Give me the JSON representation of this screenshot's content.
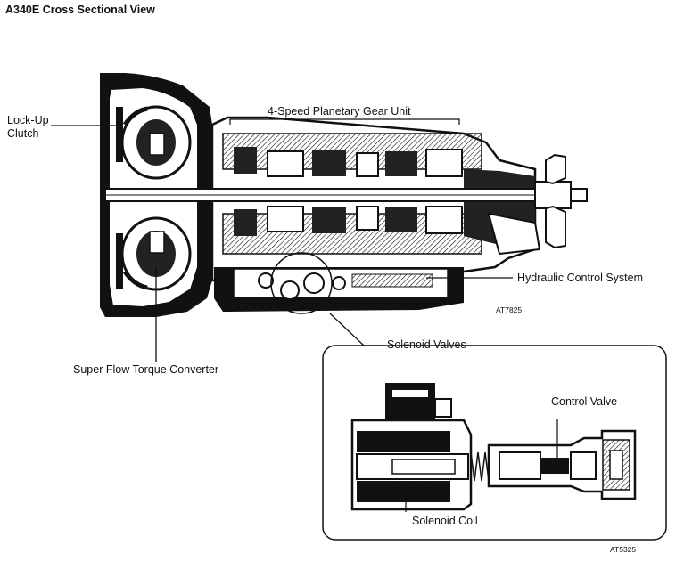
{
  "title": "A340E Cross Sectional View",
  "labels": {
    "lockup_line1": "Lock-Up",
    "lockup_line2": "Clutch",
    "planetary": "4-Speed Planetary Gear Unit",
    "hydraulic": "Hydraulic Control System",
    "torque_converter": "Super Flow Torque Converter",
    "solenoid_valves": "Solenoid Valves",
    "control_valve": "Control Valve",
    "solenoid_coil": "Solenoid Coil"
  },
  "figure_codes": {
    "main": "AT7825",
    "detail": "AT5325"
  },
  "colors": {
    "ink": "#111111",
    "paper": "#ffffff",
    "shade": "#8a8a8a",
    "light_shade": "#c8c8c8"
  }
}
